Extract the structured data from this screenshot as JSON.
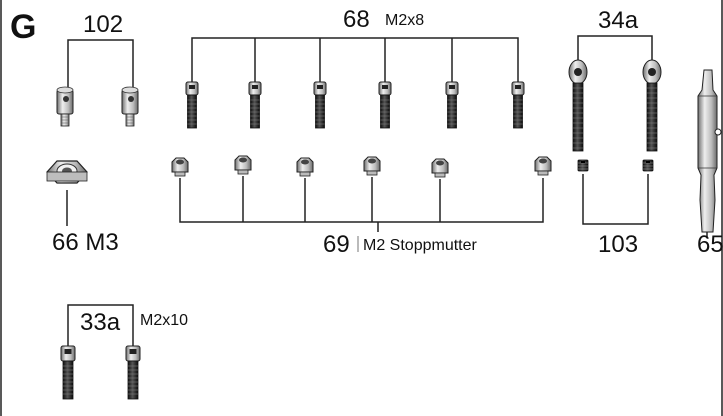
{
  "section_letter": "G",
  "parts": {
    "p102": {
      "number": "102"
    },
    "p68": {
      "number": "68",
      "spec": "M2x8"
    },
    "p34a": {
      "number": "34a"
    },
    "p66": {
      "number": "66 M3"
    },
    "p69": {
      "number": "69",
      "spec": "M2 Stoppmutter"
    },
    "p103": {
      "number": "103"
    },
    "p65": {
      "number": "65"
    },
    "p33a": {
      "number": "33a",
      "spec": "M2x10"
    }
  }
}
